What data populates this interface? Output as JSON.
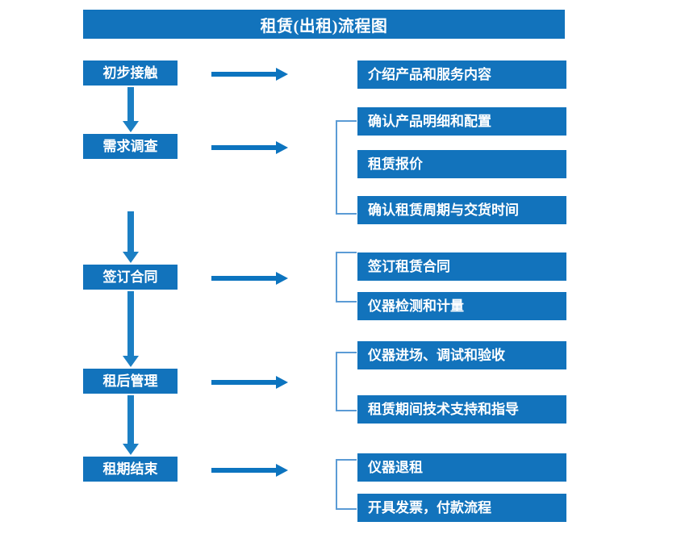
{
  "chart_data": {
    "type": "diagram",
    "title": "租赁(出租)流程图",
    "diagram_kind": "flowchart",
    "orientation": "vertical-stages-with-horizontal-details",
    "colors": {
      "box_fill": "#1273bc",
      "box_text": "#ffffff",
      "arrow": "#0c74bf",
      "bracket": "#5b9bd5",
      "background": "#ffffff"
    },
    "stages": [
      {
        "label": "初步接触",
        "details": [
          "介绍产品和服务内容"
        ],
        "has_bracket": false
      },
      {
        "label": "需求调查",
        "details": [
          "确认产品明细和配置",
          "租赁报价",
          "确认租赁周期与交货时间"
        ],
        "has_bracket": true
      },
      {
        "label": "签订合同",
        "details": [
          "签订租赁合同",
          "仪器检测和计量"
        ],
        "has_bracket": true
      },
      {
        "label": "租后管理",
        "details": [
          "仪器进场、调试和验收",
          "租赁期间技术支持和指导"
        ],
        "has_bracket": true
      },
      {
        "label": "租期结束",
        "details": [
          "仪器退租",
          "开具发票，付款流程"
        ],
        "has_bracket": true
      }
    ]
  },
  "title": {
    "text": "租赁(出租)流程图"
  },
  "stages": [
    {
      "label": "初步接触"
    },
    {
      "label": "需求调查"
    },
    {
      "label": "签订合同"
    },
    {
      "label": "租后管理"
    },
    {
      "label": "租期结束"
    }
  ],
  "details": [
    {
      "label": "介绍产品和服务内容"
    },
    {
      "label": "确认产品明细和配置"
    },
    {
      "label": "租赁报价"
    },
    {
      "label": "确认租赁周期与交货时间"
    },
    {
      "label": "签订租赁合同"
    },
    {
      "label": "仪器检测和计量"
    },
    {
      "label": "仪器进场、调试和验收"
    },
    {
      "label": "租赁期间技术支持和指导"
    },
    {
      "label": "仪器退租"
    },
    {
      "label": "开具发票，付款流程"
    }
  ]
}
